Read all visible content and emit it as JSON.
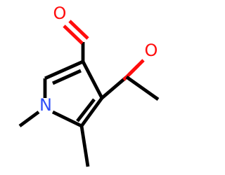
{
  "molecule": {
    "atoms": {
      "n1": {
        "symbol": "N",
        "color": "#3050f8"
      },
      "o_aldehyde": {
        "symbol": "O",
        "color": "#ff0d0d"
      },
      "o_ketone": {
        "symbol": "O",
        "color": "#ff0d0d"
      }
    },
    "bond_color": "#000000"
  }
}
